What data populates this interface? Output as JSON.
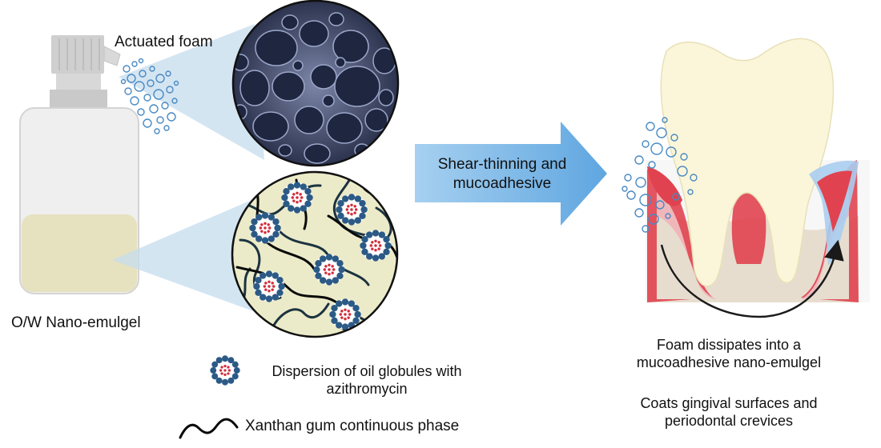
{
  "labels": {
    "actuated_foam": "Actuated foam",
    "bottle": "O/W Nano-emulgel",
    "arrow_line1": "Shear-thinning and",
    "arrow_line2": "mucoadhesive",
    "legend_oil_line1": "Dispersion of oil globules with",
    "legend_oil_line2": "azithromycin",
    "legend_xanthan": "Xanthan gum continuous phase",
    "desc1_line1": "Foam dissipates into a",
    "desc1_line2": "mucoadhesive nano-emulgel",
    "desc2_line1": "Coats gingival surfaces and",
    "desc2_line2": "periodontal crevices"
  },
  "icons": {
    "pump": "pump-dispenser-icon",
    "bottle": "bottle-icon",
    "foam_bubbles": "foam-bubbles-icon",
    "foam_micrograph": "foam-micrograph-icon",
    "emulgel_zoom": "emulgel-zoom-icon",
    "oil_globule": "oil-globule-icon",
    "xanthan_chain": "xanthan-chain-icon",
    "process_arrow": "process-arrow-icon",
    "tooth": "tooth-icon",
    "coating_arrow": "curved-arrow-icon"
  },
  "colors": {
    "bottle_grey": "#dcdcdc",
    "gel": "#e6e2bf",
    "foam_bubble": "#4a8ac4",
    "micrograph_bg": "#2c3550",
    "arrow_blue": "#7ab6e6",
    "gum_red": "#e0434f",
    "bone": "#e7ddcf",
    "enamel": "#fbf6d9",
    "coating_blue": "#a9cdef"
  }
}
